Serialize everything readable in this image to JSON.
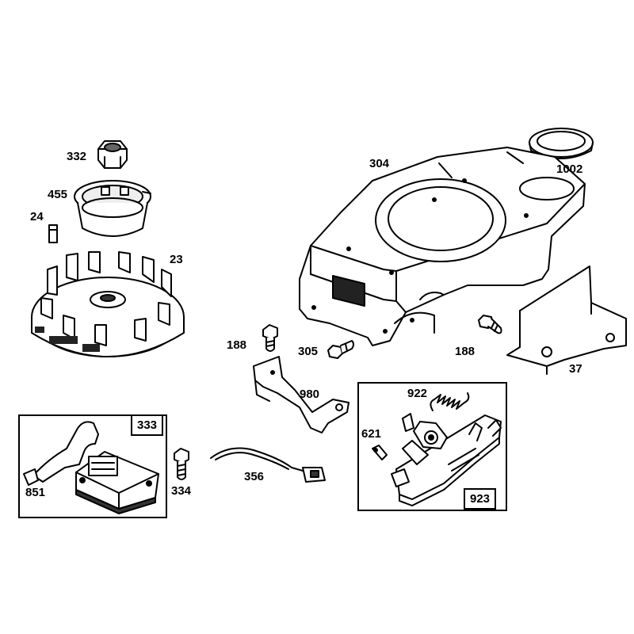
{
  "part_labels": {
    "p332": "332",
    "p455": "455",
    "p24": "24",
    "p23": "23",
    "p304": "304",
    "p1002": "1002",
    "p188a": "188",
    "p305": "305",
    "p188b": "188",
    "p37": "37",
    "p980": "980",
    "p922": "922",
    "p621": "621",
    "p923": "923",
    "p333": "333",
    "p851": "851",
    "p334": "334",
    "p356": "356"
  }
}
